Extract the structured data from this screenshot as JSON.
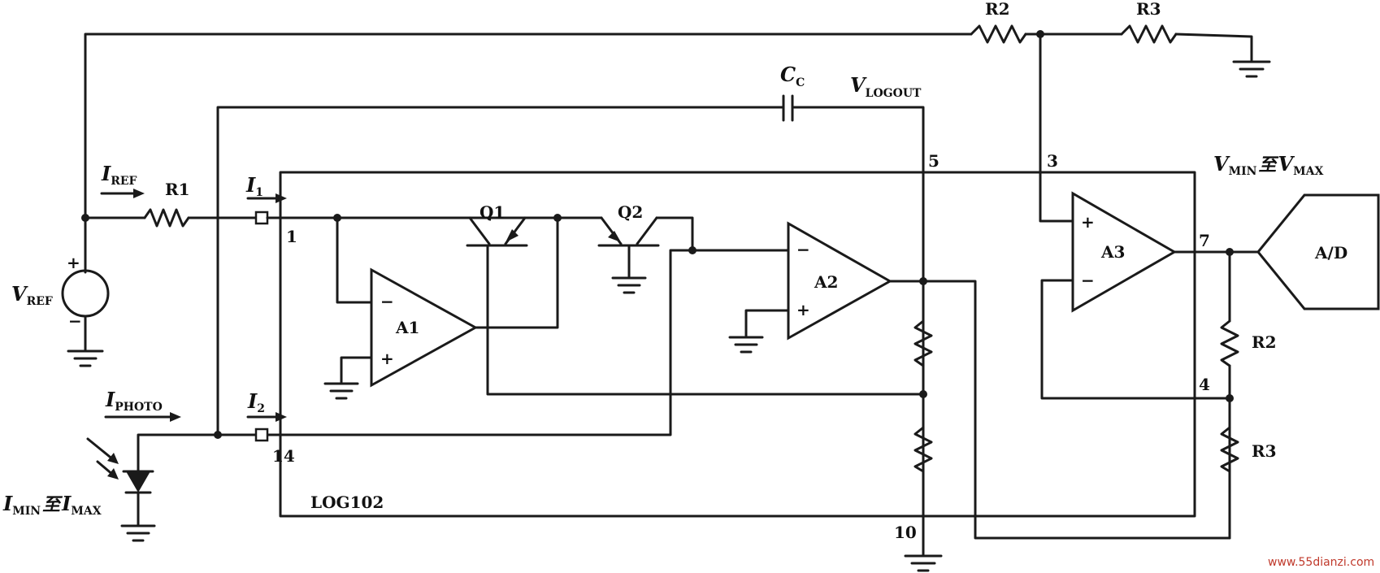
{
  "labels": {
    "r2_top": "R2",
    "r3_top": "R3",
    "cc_main": "C",
    "cc_sub": "C",
    "vlogout_main": "V",
    "vlogout_sub": "LOGOUT",
    "iref_main": "I",
    "iref_sub": "REF",
    "r1": "R1",
    "i1_main": "I",
    "i1_sub": "1",
    "pin1": "1",
    "q1": "Q1",
    "q2": "Q2",
    "pin5": "5",
    "pin3": "3",
    "vmin": "V",
    "vmin_sub": "MIN",
    "vmax_joiner": "至",
    "vmax": "V",
    "vmax_sub": "MAX",
    "vref_main": "V",
    "vref_sub": "REF",
    "a1": "A1",
    "a2": "A2",
    "a3": "A3",
    "ad": "A/D",
    "pin7": "7",
    "r2_right": "R2",
    "r3_right": "R3",
    "pin4": "4",
    "iphoto_main": "I",
    "iphoto_sub": "PHOTO",
    "i2_main": "I",
    "i2_sub": "2",
    "pin14": "14",
    "imin": "I",
    "imin_sub": "MIN",
    "imax_joiner": "至",
    "imax": "I",
    "imax_sub": "MAX",
    "chip_name": "LOG102",
    "pin10": "10",
    "plus": "+",
    "minus": "−",
    "watermark": "www.55dianzi.com"
  }
}
